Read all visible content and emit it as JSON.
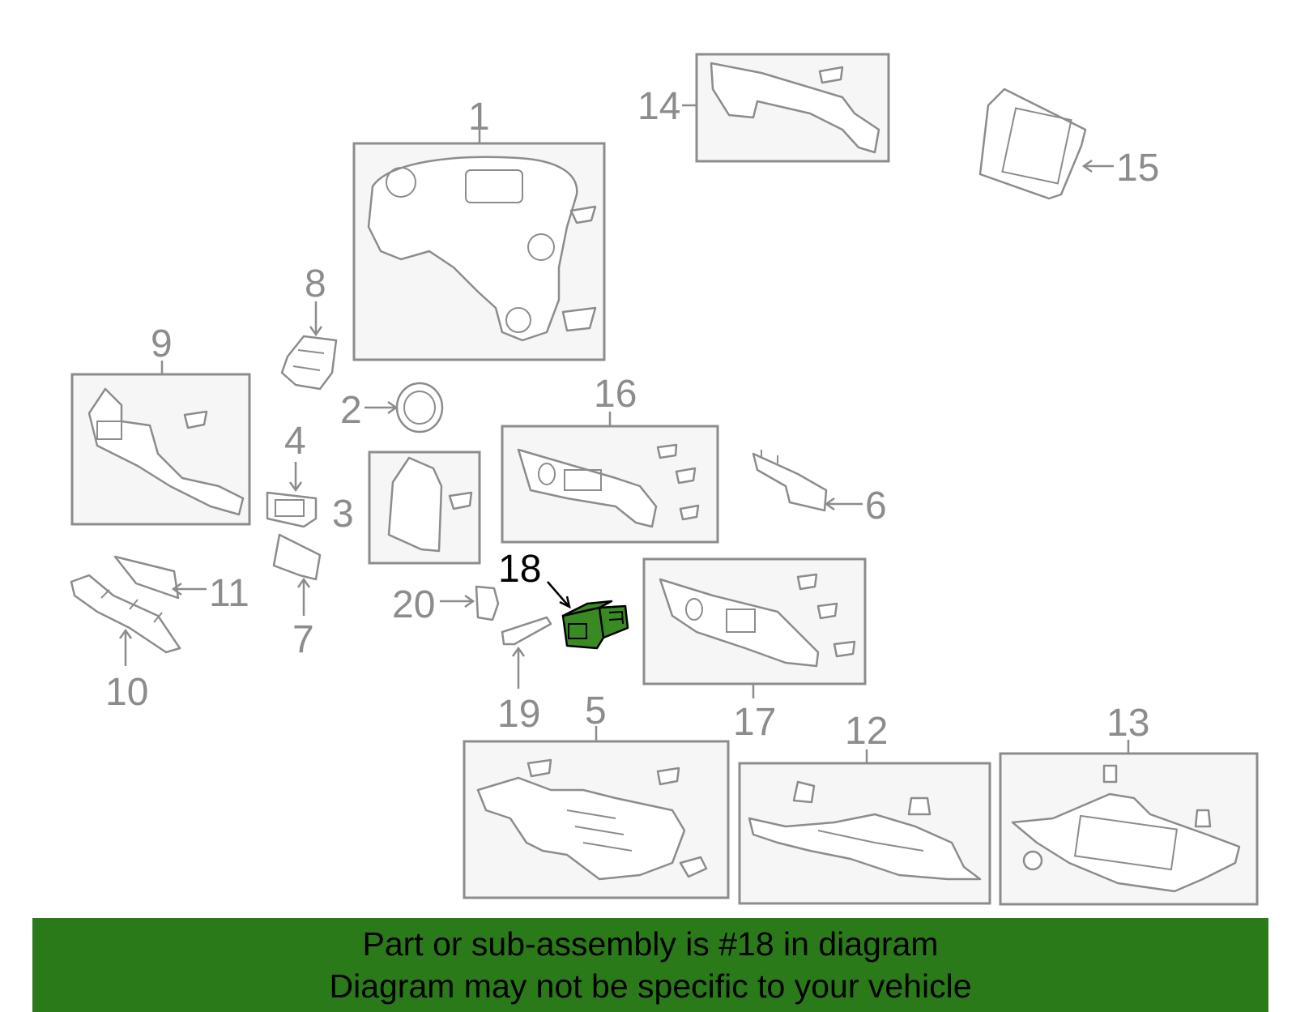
{
  "callouts": {
    "c1": "1",
    "c2": "2",
    "c3": "3",
    "c4": "4",
    "c5": "5",
    "c6": "6",
    "c7": "7",
    "c8": "8",
    "c9": "9",
    "c10": "10",
    "c11": "11",
    "c12": "12",
    "c13": "13",
    "c14": "14",
    "c15": "15",
    "c16": "16",
    "c17": "17",
    "c18": "18",
    "c19": "19",
    "c20": "20"
  },
  "highlighted_part": "18",
  "colors": {
    "highlight_part": "#3a8a23",
    "banner_background": "#2a7a1a",
    "line_gray": "#8c8c8c"
  },
  "banner": {
    "line1": "Part or sub-assembly is #18 in diagram",
    "line2": "Diagram may not be specific to your vehicle"
  }
}
